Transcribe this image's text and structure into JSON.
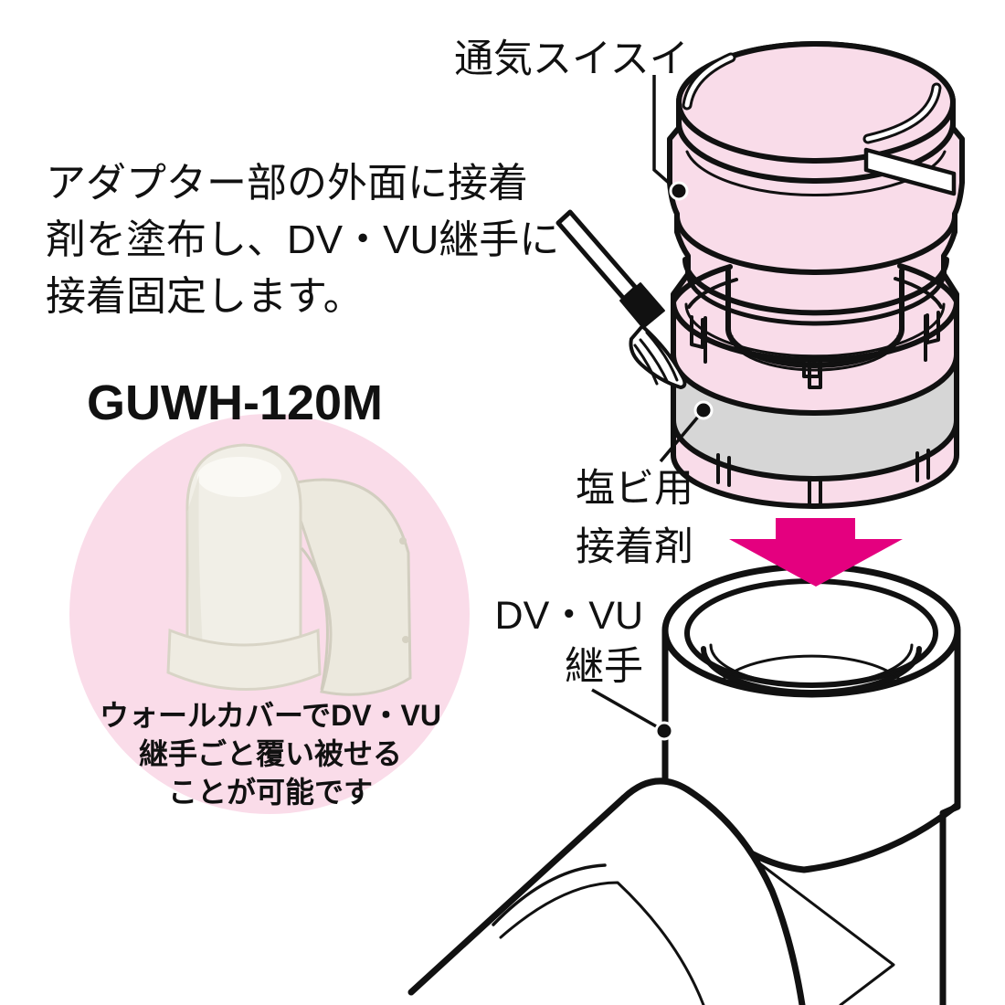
{
  "colors": {
    "accent_magenta": "#E4007F",
    "product_pink": "#F9DCE9",
    "adhesive_gray": "#D6D6D6",
    "circle_pink": "#FADCE9",
    "line_black": "#111111",
    "cover_cream": "#F1EFE7"
  },
  "instruction": {
    "lines": [
      "アダプター部の外面に接着",
      "剤を塗布し、DV・VU継手に",
      "接着固定します。"
    ]
  },
  "labels": {
    "product_name": "通気スイスイ",
    "adhesive_line1": "塩ビ用",
    "adhesive_line2": "接着剤",
    "fitting_line1": "DV・VU",
    "fitting_line2": "継手"
  },
  "callout": {
    "model": "GUWH-120M",
    "caption_lines": [
      "ウォールカバーでDV・VU",
      "継手ごと覆い被せる",
      "ことが可能です"
    ]
  }
}
